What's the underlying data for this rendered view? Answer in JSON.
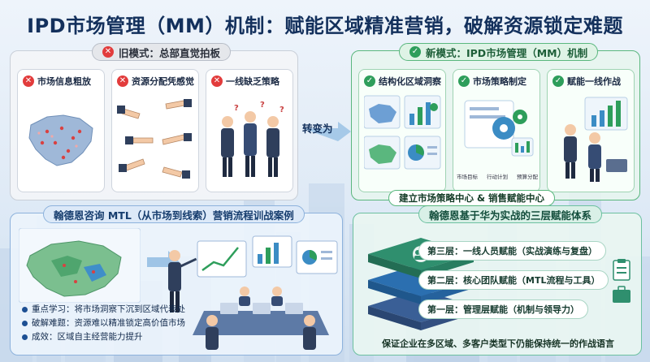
{
  "title": "IPD市场管理（MM）机制：赋能区域精准营销，破解资源锁定难题",
  "old_mode": {
    "label": "旧模式：总部直觉拍板",
    "cards": [
      {
        "label": "市场信息粗放"
      },
      {
        "label": "资源分配凭感觉"
      },
      {
        "label": "一线缺乏策略"
      }
    ]
  },
  "transition_label": "转变为",
  "new_mode": {
    "label": "新模式：IPD市场管理（MM）机制",
    "cards": [
      {
        "label": "结构化区域洞察"
      },
      {
        "label": "市场策略制定",
        "sub_labels": [
          "市场目标",
          "行动计划",
          "预算分配"
        ]
      },
      {
        "label": "赋能一线作战"
      }
    ],
    "footer": "建立市场策略中心 & 销售赋能中心"
  },
  "case": {
    "label": "翰德恩咨询 MTL（从市场到线索）营销流程训战案例",
    "points": [
      "重点学习：将市场洞察下沉到区域代表处",
      "破解难题：资源难以精准锁定高价值市场",
      "成效：区域自主经营能力提升"
    ]
  },
  "layers": {
    "label": "翰德恩基于华为实战的三层赋能体系",
    "items": [
      {
        "label": "第三层：一线人员赋能（实战演练与复盘）",
        "color": "#2f8f6e"
      },
      {
        "label": "第二层：核心团队赋能（MTL流程与工具）",
        "color": "#2b6fb0"
      },
      {
        "label": "第一层：管理层赋能（机制与领导力）",
        "color": "#3a5f96"
      }
    ],
    "footer": "保证企业在多区域、多客户类型下仍能保持统一的作战语言"
  },
  "colors": {
    "title": "#13305c",
    "old_accent": "#e23c3c",
    "new_accent": "#2e9e5b",
    "case_accent": "#8db2dc"
  }
}
